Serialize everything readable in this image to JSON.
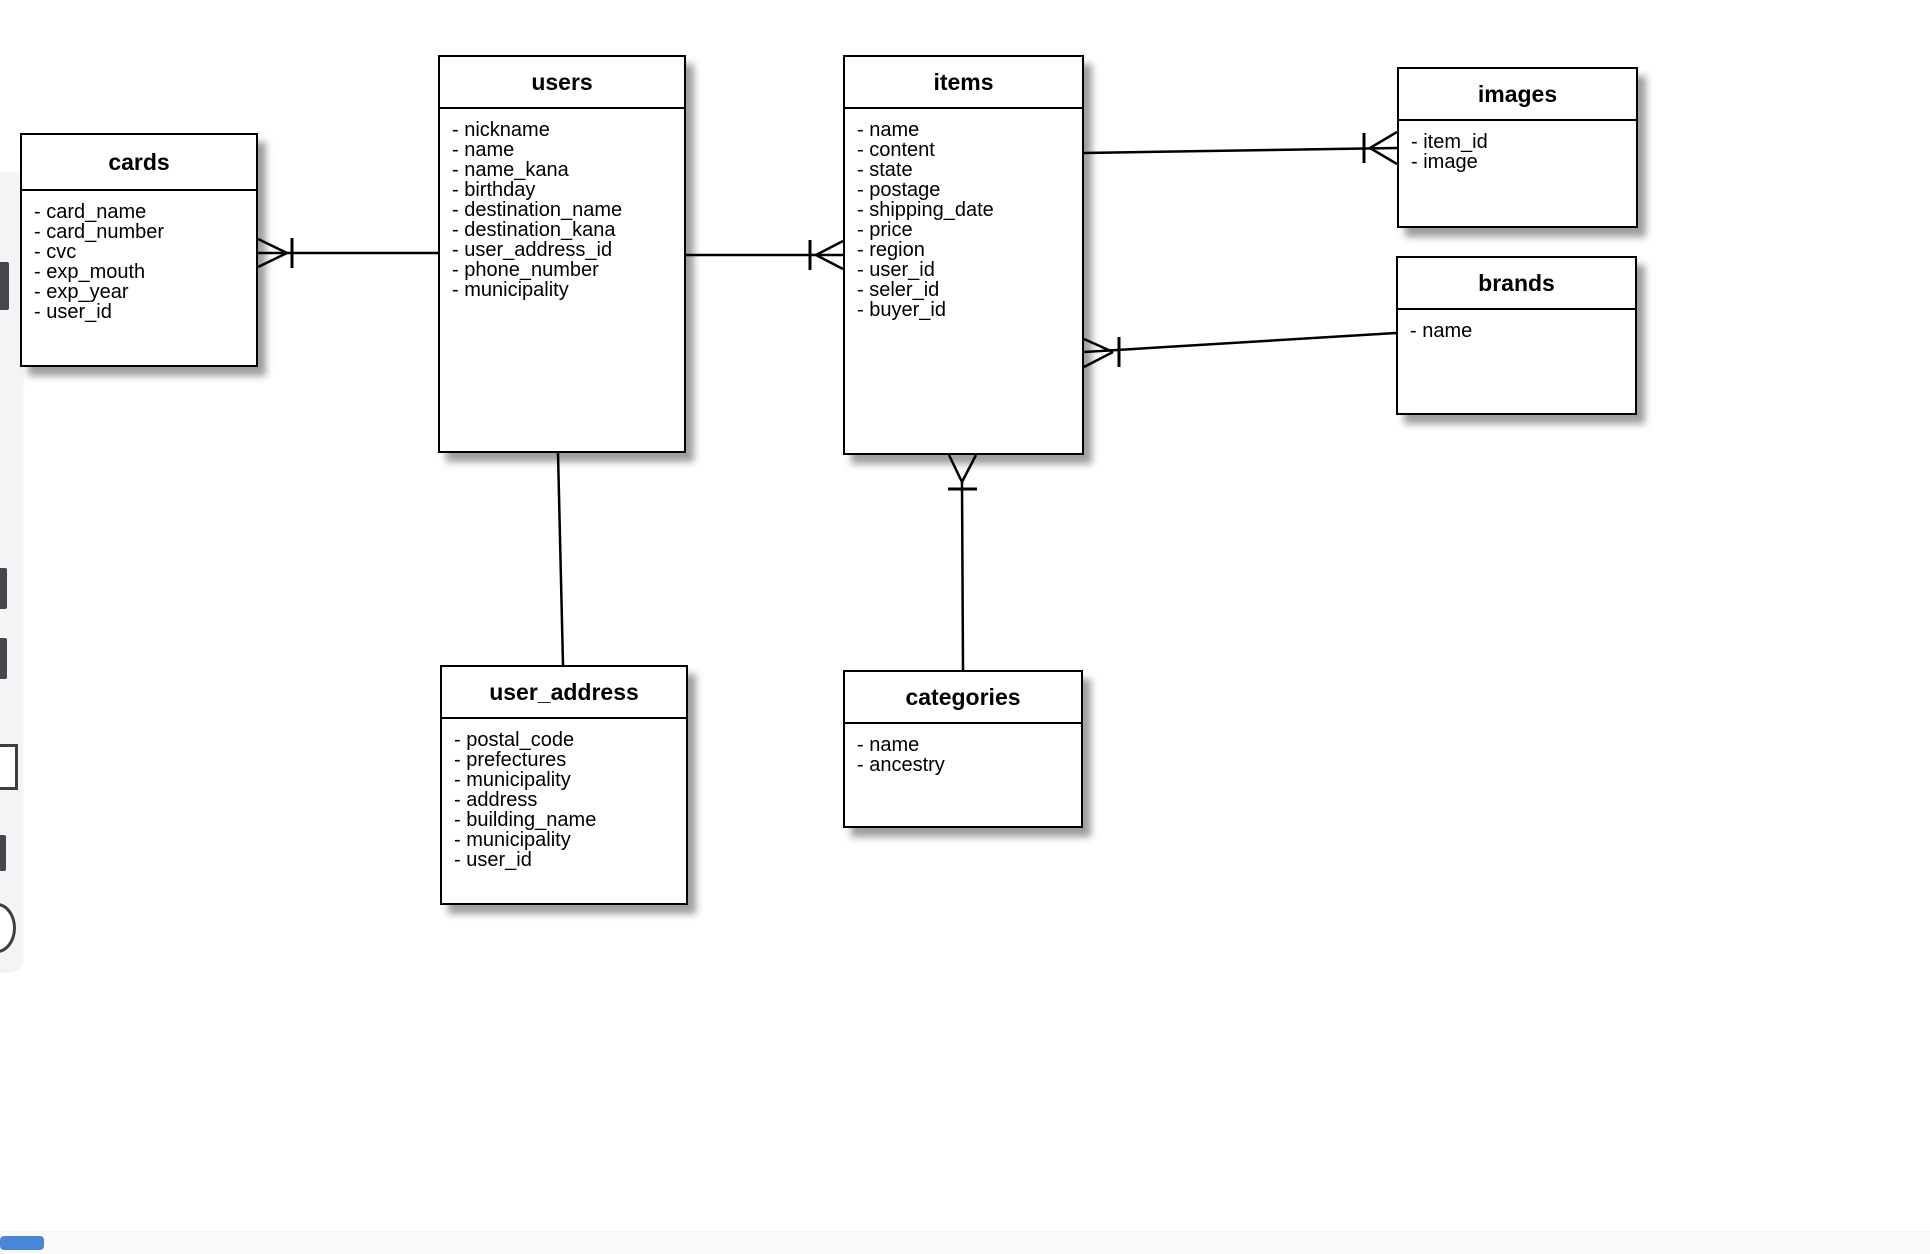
{
  "diagram": {
    "entities": [
      {
        "id": "cards",
        "title": "cards",
        "fields": [
          "- card_name",
          "- card_number",
          "- cvc",
          "- exp_mouth",
          "- exp_year",
          "- user_id"
        ]
      },
      {
        "id": "users",
        "title": "users",
        "fields": [
          "- nickname",
          "- name",
          "- name_kana",
          "- birthday",
          "- destination_name",
          "- destination_kana",
          "- user_address_id",
          "- phone_number",
          "- municipality"
        ]
      },
      {
        "id": "items",
        "title": "items",
        "fields": [
          "- name",
          "- content",
          "- state",
          "- postage",
          "- shipping_date",
          "- price",
          "- region",
          "- user_id",
          "- seler_id",
          "- buyer_id"
        ]
      },
      {
        "id": "images",
        "title": "images",
        "fields": [
          "- item_id",
          "- image"
        ]
      },
      {
        "id": "brands",
        "title": "brands",
        "fields": [
          "- name"
        ]
      },
      {
        "id": "user_address",
        "title": "user_address",
        "fields": [
          "- postal_code",
          "- prefectures",
          "- municipality",
          "- address",
          "- building_name",
          "- municipality",
          "- user_id"
        ]
      },
      {
        "id": "categories",
        "title": "categories",
        "fields": [
          "- name",
          "- ancestry"
        ]
      }
    ],
    "relationships": [
      {
        "from": "cards",
        "to": "users",
        "type": "many-to-one",
        "crow_foot_at": "cards"
      },
      {
        "from": "users",
        "to": "items",
        "type": "one-to-many",
        "crow_foot_at": "items"
      },
      {
        "from": "items",
        "to": "images",
        "type": "one-to-many",
        "crow_foot_at": "images"
      },
      {
        "from": "items",
        "to": "brands",
        "type": "many-to-one",
        "crow_foot_at": "items"
      },
      {
        "from": "users",
        "to": "user_address",
        "type": "plain",
        "crow_foot_at": "none"
      },
      {
        "from": "items",
        "to": "categories",
        "type": "many-to-one",
        "crow_foot_at": "items"
      }
    ]
  },
  "colors": {
    "canvas_background": "#ffffff",
    "entity_border": "#000000",
    "entity_fill": "#ffffff",
    "text": "#000000",
    "palette_background": "#f4f4f6",
    "scrollbar_track": "#fafafb",
    "scrollbar_thumb": "#4a86d8"
  }
}
